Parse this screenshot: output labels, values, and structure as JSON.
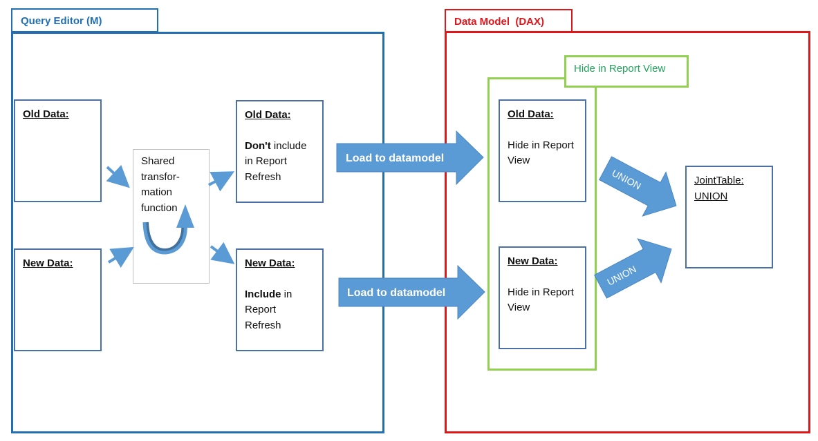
{
  "query_editor": {
    "title": "Query Editor (M)",
    "old_data_source": {
      "heading": "Old Data:"
    },
    "new_data_source": {
      "heading": "New Data:"
    },
    "shared_function": {
      "text_lines": [
        "Shared",
        "transfor-",
        "mation",
        "function"
      ]
    },
    "old_data_output": {
      "heading": "Old Data:",
      "bold_word": "Don't",
      "rest": " include in Report Refresh"
    },
    "new_data_output": {
      "heading": "New Data:",
      "bold_word": "Include",
      "rest": " in Report Refresh"
    }
  },
  "load_arrows": {
    "top_label": "Load to datamodel",
    "bottom_label": "Load to datamodel"
  },
  "data_model": {
    "title": "Data Model  (DAX)",
    "hide_group_label": "Hide in Report View",
    "old_data": {
      "heading": "Old Data:",
      "body": "Hide in Report View"
    },
    "new_data": {
      "heading": "New Data:",
      "body": "Hide in Report View"
    },
    "union_top_label": "UNION",
    "union_bottom_label": "UNION",
    "joint_table": {
      "line1": "JointTable:",
      "line2": "UNION"
    }
  },
  "colors": {
    "query_editor_border": "#1f6fb2",
    "query_editor_title": "#1f6fb2",
    "data_model_border": "#e0161b",
    "data_model_title": "#e0161b",
    "hide_group_border": "#92d050",
    "hide_group_label": "#21a05a",
    "box_border": "#4a70a6",
    "arrow_fill": "#5b9bd5"
  }
}
